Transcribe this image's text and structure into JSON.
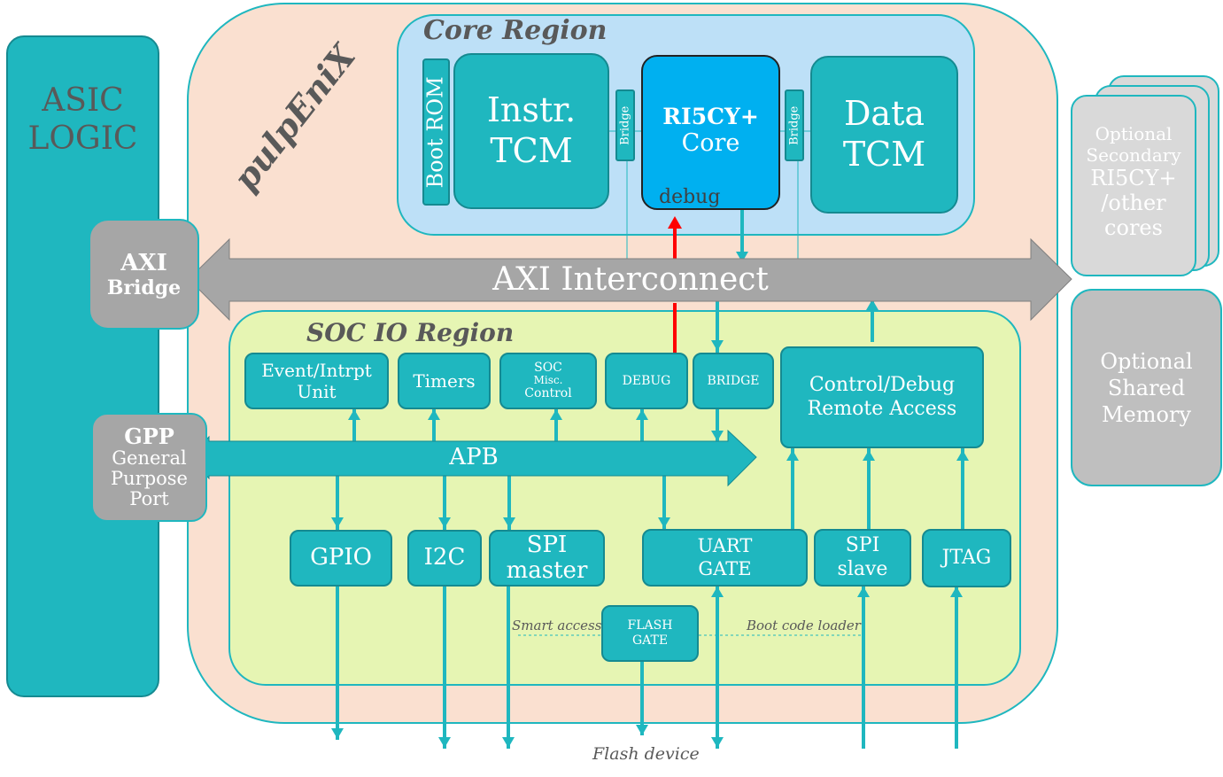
{
  "asic": {
    "line1": "ASIC",
    "line2": "LOGIC"
  },
  "soc_name": "pulpEniX",
  "core_region": {
    "title": "Core Region",
    "boot_rom": "Boot ROM",
    "instr_tcm": {
      "line1": "Instr.",
      "line2": "TCM"
    },
    "bridge": "Bridge",
    "core": {
      "line1": "RI5CY+",
      "line2": "Core",
      "debug": "debug"
    },
    "data_tcm": {
      "line1": "Data",
      "line2": "TCM"
    }
  },
  "axi_interconnect": "AXI Interconnect",
  "axi_bridge": {
    "line1": "AXI",
    "line2": "Bridge"
  },
  "gpp": {
    "title": "GPP",
    "line1": "General",
    "line2": "Purpose",
    "line3": "Port"
  },
  "secondary": {
    "line1": "Optional",
    "line2": "Secondary",
    "line3": "RI5CY+",
    "line4": "/other",
    "line5": "cores"
  },
  "shared_memory": {
    "line1": "Optional",
    "line2": "Shared",
    "line3": "Memory"
  },
  "soc_io": {
    "title": "SOC IO Region",
    "event": {
      "line1": "Event/Intrpt",
      "line2": "Unit"
    },
    "timers": "Timers",
    "soc_misc": {
      "line1": "SOC",
      "line2": "Misc.",
      "line3": "Control"
    },
    "debug": "DEBUG",
    "bridge": "BRIDGE",
    "control_debug": {
      "line1": "Control/Debug",
      "line2": "Remote Access"
    },
    "apb": "APB",
    "gpio": "GPIO",
    "i2c": "I2C",
    "spi_master": {
      "line1": "SPI",
      "line2": "master"
    },
    "uart_gate": {
      "line1": "UART",
      "line2": "GATE"
    },
    "spi_slave": {
      "line1": "SPI",
      "line2": "slave"
    },
    "jtag": "JTAG",
    "flash_gate": {
      "line1": "FLASH",
      "line2": "GATE"
    },
    "smart_access": "Smart access",
    "boot_loader": "Boot code loader"
  },
  "flash_device": "Flash device",
  "colors": {
    "teal": "#1fb7bf",
    "core_blue": "#00b0f0",
    "debug_red": "#ff0000",
    "soc_bg": "#fae0d0",
    "core_bg": "#bde0f7",
    "io_bg": "#e6f5b3",
    "axi_grey": "#a6a6a6"
  }
}
